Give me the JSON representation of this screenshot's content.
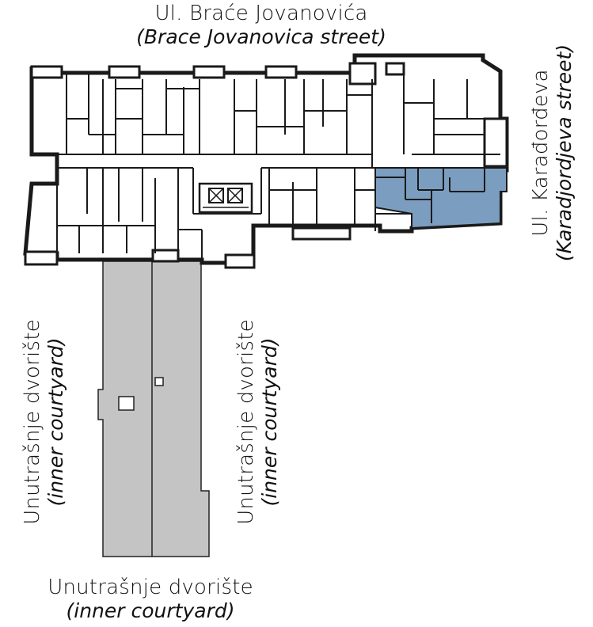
{
  "labels": {
    "top_street": {
      "primary": "Ul. Braće Jovanovića",
      "secondary": "(Brace Jovanovica street)"
    },
    "right_street": {
      "primary": "Ul. Karađorđeva",
      "secondary": "(Karadjordjeva street)"
    },
    "left_courtyard": {
      "primary": "Unutrašnje dvorište",
      "secondary": "(inner courtyard)"
    },
    "middle_courtyard": {
      "primary": "Unutrašnje dvorište",
      "secondary": "(inner courtyard)"
    },
    "bottom_courtyard": {
      "primary": "Unutrašnje dvorište",
      "secondary": "(inner courtyard)"
    }
  },
  "colors": {
    "wall": "#1a1a1a",
    "highlight_unit": "#7b9ec0",
    "courtyard": "#c4c4c4",
    "background": "#ffffff"
  }
}
